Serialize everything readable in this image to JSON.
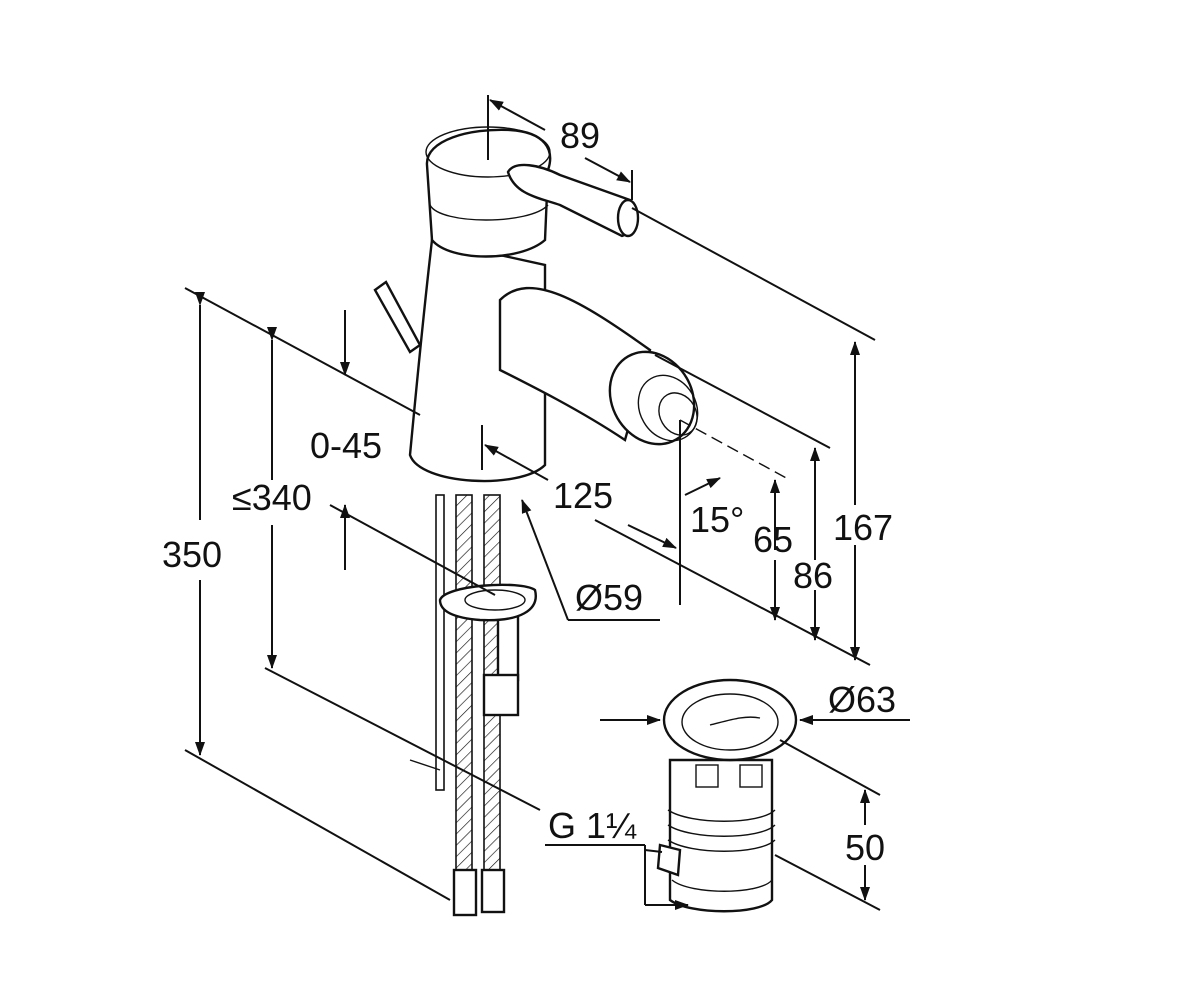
{
  "diagram": {
    "dimensions": {
      "spout_reach": "89",
      "lever_swing": "0-45",
      "spout_offset": "125",
      "max_deck": "≤340",
      "total_length": "350",
      "base_diameter": "Ø59",
      "spray_angle": "15°",
      "outlet_height": "65",
      "spout_height": "86",
      "total_height": "167",
      "waste_diameter": "Ø63",
      "waste_thread": "G 1¼",
      "waste_height": "50"
    }
  }
}
